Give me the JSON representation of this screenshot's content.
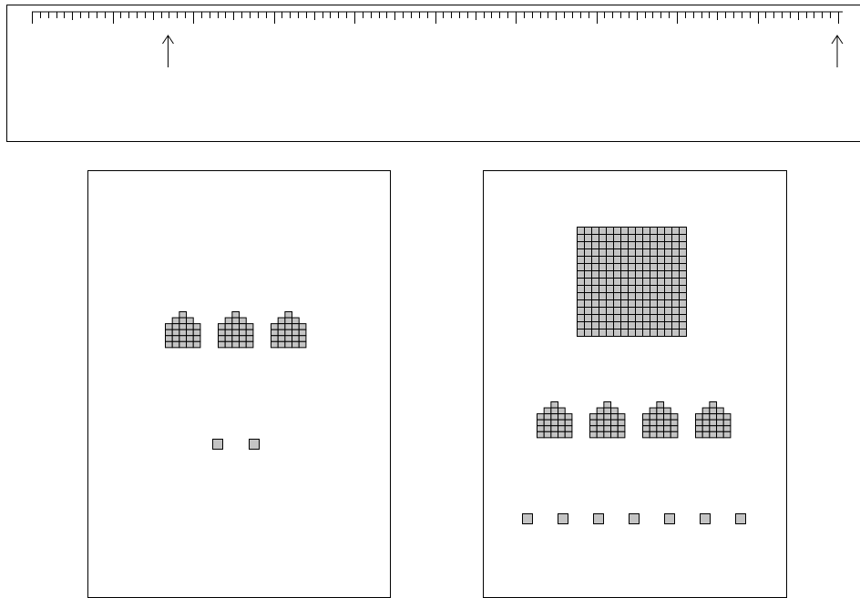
{
  "ruler": {
    "min": 0,
    "max": 100,
    "minor_step": 1,
    "major_every": 10,
    "markers": [
      {
        "name": "left-marker",
        "value": 17
      },
      {
        "name": "right-marker",
        "value": 100
      }
    ],
    "arrow_glyph": "↑"
  },
  "left_mat": {
    "hundreds": 0,
    "tens": 3,
    "ones": 2
  },
  "right_mat": {
    "hundreds": 1,
    "tens": 4,
    "ones": 7
  },
  "colors": {
    "block_fill": "#c4c4c4",
    "outline": "#000000",
    "background": "#ffffff"
  }
}
